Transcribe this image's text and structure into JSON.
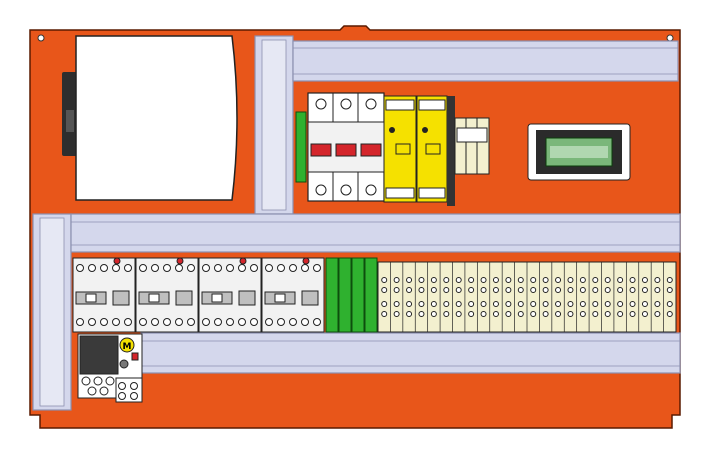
{
  "colors": {
    "plate": "#e8561a",
    "plate_outline": "#5a1a00",
    "duct": "#d4d7ec",
    "duct_edge": "#8c90b0",
    "breaker_white": "#ffffff",
    "breaker_red": "#d4252b",
    "relay_yellow": "#f5e100",
    "terminal_green": "#2fb12f",
    "terminal_beige": "#f3f0cf",
    "contactor_gray": "#bfbfbf",
    "dark_module": "#3a3a3a",
    "display_green": "#7ab77a"
  },
  "components": {
    "rail_terminal_count": 24,
    "contactor_count": 4,
    "green_terminal_count": 4,
    "relay_module_count": 2,
    "breaker_pole_count": 3
  },
  "labels": {
    "motor_protector_mark": "M",
    "relay_brand_1": "",
    "relay_brand_2": ""
  }
}
